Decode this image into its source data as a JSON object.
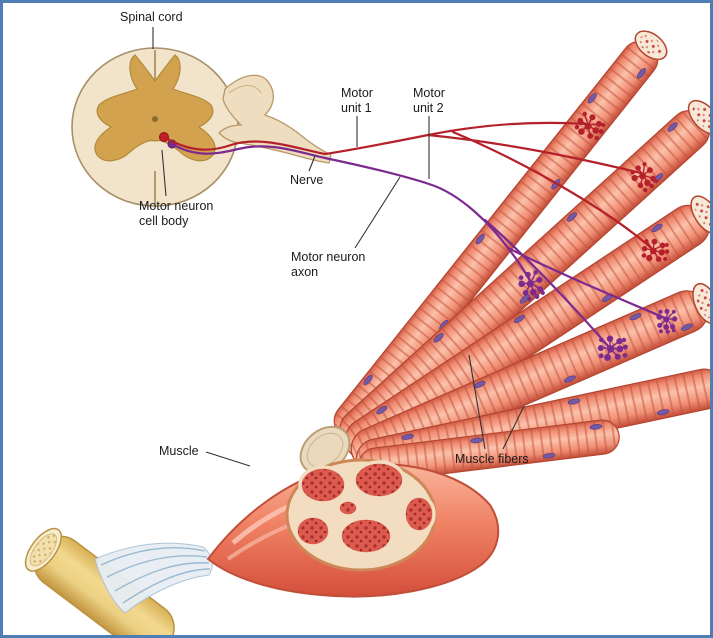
{
  "colors": {
    "border": "#4d7fb5",
    "motor_unit_1_axon": "#b5212b",
    "motor_unit_2_axon": "#7d2a8e",
    "muscle_fiber": "#f29a82",
    "gray_matter": "#d2a24e",
    "bone": "#f3d98f"
  },
  "labels": {
    "spinal_cord": "Spinal cord",
    "motor_unit_1": {
      "line1": "Motor",
      "line2": "unit 1"
    },
    "motor_unit_2": {
      "line1": "Motor",
      "line2": "unit 2"
    },
    "nerve": "Nerve",
    "motor_neuron_cell_body": {
      "line1": "Motor neuron",
      "line2": "cell body"
    },
    "motor_neuron_axon": {
      "line1": "Motor neuron",
      "line2": "axon"
    },
    "muscle": "Muscle",
    "muscle_fibers": "Muscle fibers"
  }
}
